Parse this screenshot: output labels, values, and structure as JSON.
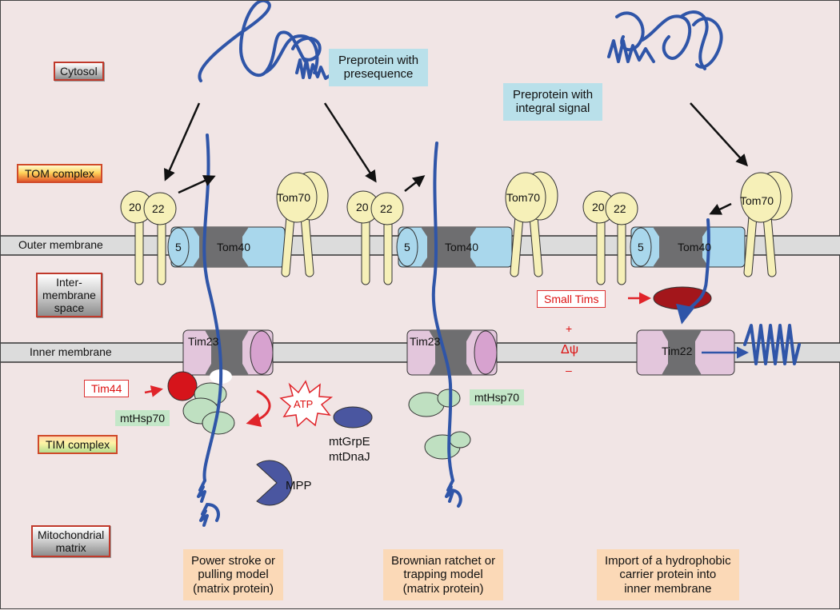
{
  "compartments": {
    "cytosol": "Cytosol",
    "tom_complex": "TOM complex",
    "intermembrane_space": [
      "Inter-",
      "membrane",
      "space"
    ],
    "tim_complex": "TIM complex",
    "matrix": [
      "Mitochondrial",
      "matrix"
    ]
  },
  "membranes": {
    "outer": "Outer membrane",
    "inner": "Inner membrane"
  },
  "notes": {
    "preprotein_presequence": [
      "Preprotein with",
      "presequence"
    ],
    "preprotein_integral": [
      "Preprotein with",
      "integral signal"
    ]
  },
  "proteins": {
    "tom20": "20",
    "tom22": "22",
    "tom70": "Tom70",
    "tom5": "5",
    "tom40": "Tom40",
    "tim23": "Tim23",
    "tim22": "Tim22",
    "tim44": "Tim44",
    "mthsp70": "mtHsp70",
    "atp": "ATP",
    "mtgrpe": "mtGrpE",
    "mtdnaj": "mtDnaJ",
    "mpp": "MPP",
    "small_tims": "Small Tims"
  },
  "potential": {
    "plus": "+",
    "delta_psi": "Δψ",
    "minus": "–"
  },
  "models": {
    "power_stroke": [
      "Power stroke or",
      "pulling model",
      "(matrix protein)"
    ],
    "brownian": [
      "Brownian ratchet or",
      "trapping model",
      "(matrix protein)"
    ],
    "carrier": [
      "Import of a hydrophobic",
      "carrier protein into",
      "inner membrane"
    ]
  },
  "colors": {
    "background": "#f1e5e5",
    "membrane": "#dcdcdc",
    "preprotein": "#2f55a8",
    "tom_receptor": "#f6f0b8",
    "tom40": "#a9d7ec",
    "tim_channel": "#e3c6dc",
    "channel_core": "#6e6e70",
    "mthsp70": "#bfe0c1",
    "tim44": "#d6141b",
    "small_tims": "#a3161b",
    "mpp": "#4a56a0"
  }
}
